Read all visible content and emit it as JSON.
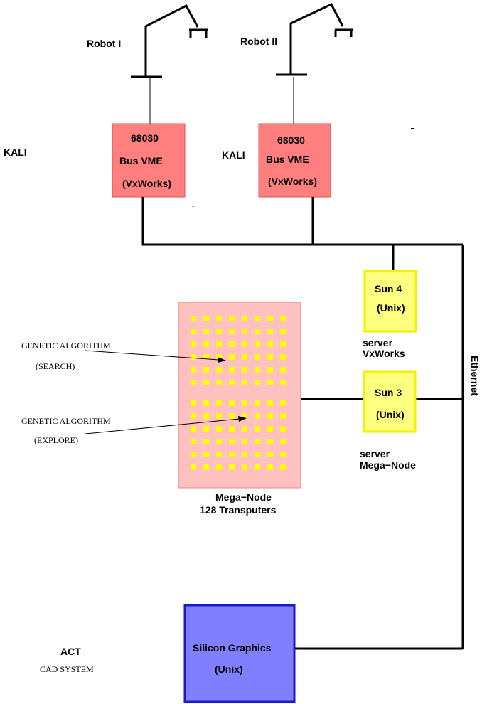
{
  "robots": [
    {
      "label": "Robot I"
    },
    {
      "label": "Robot II"
    }
  ],
  "controllers": [
    {
      "cpu": "68030",
      "bus": "Bus VME",
      "os": "(VxWorks)"
    },
    {
      "cpu": "68030",
      "bus": "Bus VME",
      "os": "(VxWorks)"
    }
  ],
  "kali_labels": [
    "KALI",
    "KALI"
  ],
  "sun4": {
    "name": "Sun 4",
    "os": "(Unix)",
    "caption_line1": "server",
    "caption_line2": "VxWorks"
  },
  "sun3": {
    "name": "Sun 3",
    "os": "(Unix)",
    "caption_line1": "server",
    "caption_line2": "Mega−Node"
  },
  "meganode": {
    "caption_line1": "Mega−Node",
    "caption_line2": "128 Transputers"
  },
  "ga_search": {
    "line1": "GENETIC ALGORITHM",
    "line2": "(SEARCH)"
  },
  "ga_explore": {
    "line1": "GENETIC ALGORITHM",
    "line2": "(EXPLORE)"
  },
  "ethernet_label": "Ethernet",
  "sgi": {
    "name": "Silicon Graphics",
    "os": "(Unix)"
  },
  "act": {
    "title": "ACT",
    "subtitle": "CAD SYSTEM"
  },
  "colors": {
    "controller_fill": "#ff7f7f",
    "controller_border": "#e05050",
    "sun_fill": "#ffff7f",
    "sun_border": "#f2f200",
    "meganode_fill": "#ffc0c0",
    "meganode_border": "#e58a8a",
    "chip": "#ffff00",
    "sgi_fill": "#7f7fff",
    "sgi_border": "#1a1acc",
    "line": "#000000"
  }
}
